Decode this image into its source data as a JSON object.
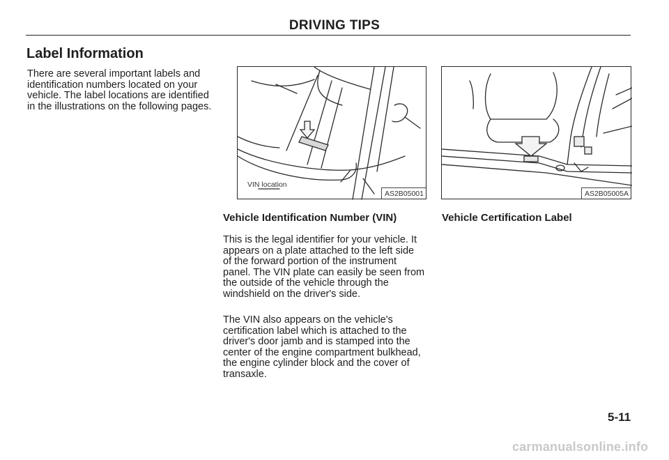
{
  "header": {
    "title": "DRIVING TIPS"
  },
  "section": {
    "title": "Label Information",
    "intro": "There are several important labels and identification numbers located on your vehicle. The label locations are identified in the illustrations on the following pages."
  },
  "figures": {
    "vin": {
      "caption": "VIN location",
      "code": "AS2B05001"
    },
    "cert": {
      "code": "AS2B05005A"
    }
  },
  "vin_section": {
    "title": "Vehicle Identification Number (VIN)",
    "paragraph1": "This is the legal identifier for your vehicle. It appears on a plate attached to the left side of the forward portion of the instrument panel. The VIN plate can easily be seen from the outside of the vehicle through the windshield on the driver's side.",
    "paragraph2": "The VIN also appears on the vehicle's certification label which is attached to the driver's door jamb and is stamped into the center of the engine compartment bulkhead, the engine cylinder block and the cover of transaxle."
  },
  "cert_section": {
    "title": "Vehicle Certification Label"
  },
  "footer": {
    "page_number": "5-11",
    "watermark": "carmanualsonline.info"
  }
}
